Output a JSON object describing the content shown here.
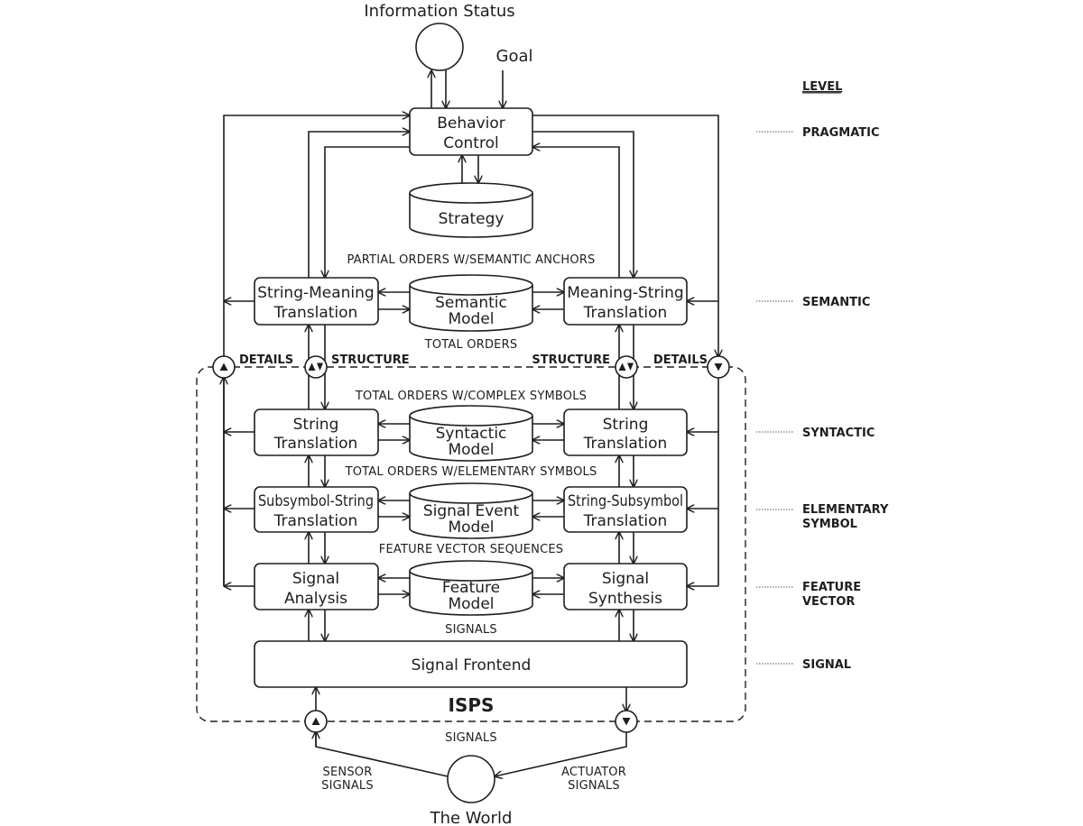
{
  "nodes": {
    "information_status": "Information Status",
    "goal": "Goal",
    "behavior_control": [
      "Behavior",
      "Control"
    ],
    "strategy": "Strategy",
    "string_meaning": [
      "String-Meaning",
      "Translation"
    ],
    "semantic_model": [
      "Semantic",
      "Model"
    ],
    "meaning_string": [
      "Meaning-String",
      "Translation"
    ],
    "string_translation_left": [
      "String",
      "Translation"
    ],
    "syntactic_model": [
      "Syntactic",
      "Model"
    ],
    "string_translation_right": [
      "String",
      "Translation"
    ],
    "subsymbol_string": [
      "Subsymbol-String",
      "Translation"
    ],
    "signal_event_model": [
      "Signal Event",
      "Model"
    ],
    "string_subsymbol": [
      "String-Subsymbol",
      "Translation"
    ],
    "signal_analysis": [
      "Signal",
      "Analysis"
    ],
    "feature_model": [
      "Feature",
      "Model"
    ],
    "signal_synthesis": [
      "Signal",
      "Synthesis"
    ],
    "signal_frontend": "Signal Frontend",
    "the_world": "The World",
    "isps": "ISPS"
  },
  "labels": {
    "partial_orders": "PARTIAL ORDERS W/SEMANTIC ANCHORS",
    "total_orders": "TOTAL ORDERS",
    "total_orders_complex": "TOTAL ORDERS W/COMPLEX SYMBOLS",
    "total_orders_elementary": "TOTAL ORDERS W/ELEMENTARY SYMBOLS",
    "feature_vector_sequences": "FEATURE VECTOR SEQUENCES",
    "signals_inner": "SIGNALS",
    "signals_outer": "SIGNALS",
    "details_left": "DETAILS",
    "structure_left": "STRUCTURE",
    "structure_right": "STRUCTURE",
    "details_right": "DETAILS",
    "sensor_signals": [
      "SENSOR",
      "SIGNALS"
    ],
    "actuator_signals": [
      "ACTUATOR",
      "SIGNALS"
    ]
  },
  "levels": {
    "header": "LEVEL",
    "pragmatic": "PRAGMATIC",
    "semantic": "SEMANTIC",
    "syntactic": "SYNTACTIC",
    "elementary_symbol": [
      "ELEMENTARY",
      "SYMBOL"
    ],
    "feature_vector": [
      "FEATURE",
      "VECTOR"
    ],
    "signal": "SIGNAL"
  }
}
